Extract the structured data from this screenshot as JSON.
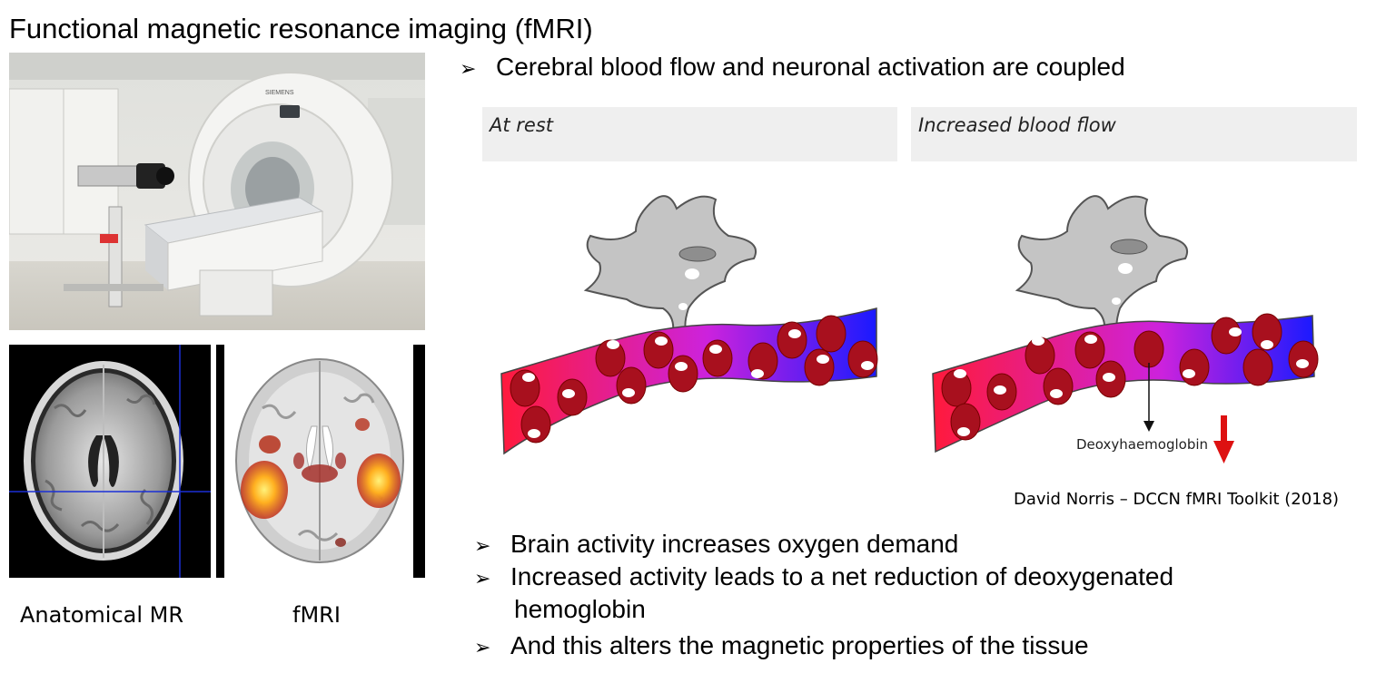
{
  "slide": {
    "title": "Functional magnetic resonance imaging (fMRI)",
    "bullet_marker": "➢",
    "top_bullet": "Cerebral blood flow and neuronal activation are coupled",
    "panels": [
      {
        "header": "At rest"
      },
      {
        "header": "Increased blood flow",
        "annotation": "Deoxyhaemoglobin"
      }
    ],
    "captions": {
      "anatomical": "Anatomical MR",
      "fmri": "fMRI"
    },
    "credit": "David Norris – DCCN fMRI Toolkit (2018)",
    "bottom_bullets": [
      {
        "line1": "Brain activity increases oxygen demand"
      },
      {
        "line1": "Increased activity leads to a net reduction of deoxygenated",
        "line2": "hemoglobin"
      },
      {
        "line1": "And this alters the magnetic properties of the tissue"
      }
    ],
    "scanner_brand": "SIEMENS"
  },
  "colors": {
    "vessel_red": "#ff1a3c",
    "vessel_purple": "#cc22dd",
    "vessel_blue": "#1a1aff",
    "rbc": "#a8101e",
    "neuron": "#c4c4c4",
    "panel_header_bg": "#efefef",
    "deoxy_arrow": "#dd1111"
  }
}
